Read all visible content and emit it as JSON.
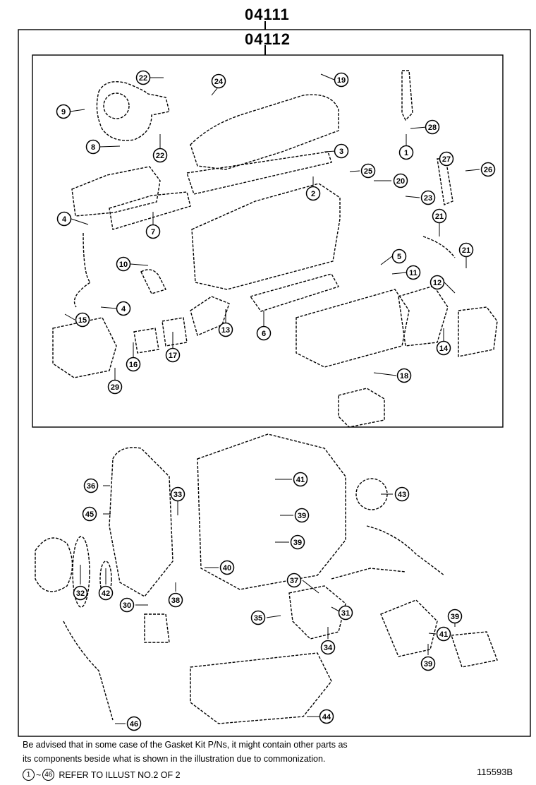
{
  "header": {
    "outer_part_number": "04111",
    "inner_part_number": "04112"
  },
  "callouts": {
    "upper": [
      "22",
      "24",
      "19",
      "9",
      "28",
      "8",
      "22",
      "3",
      "1",
      "27",
      "26",
      "25",
      "20",
      "2",
      "23",
      "4",
      "7",
      "21",
      "10",
      "5",
      "21",
      "11",
      "12",
      "4",
      "15",
      "13",
      "6",
      "16",
      "17",
      "14",
      "29",
      "18"
    ],
    "lower": [
      "36",
      "41",
      "43",
      "33",
      "45",
      "39",
      "39",
      "40",
      "37",
      "32",
      "42",
      "38",
      "30",
      "35",
      "31",
      "39",
      "41",
      "34",
      "39",
      "44",
      "46"
    ]
  },
  "footer": {
    "note_line1": "Be advised that in some case of the Gasket Kit P/Ns,  it might contain other parts as",
    "note_line2": "its components beside what is shown in the illustration due to commonization.",
    "ref_start": "1",
    "ref_end": "46",
    "ref_tilde": "~",
    "ref_text": "REFER TO ILLUST NO.2 OF 2",
    "illustration_code": "115593B"
  },
  "colors": {
    "ink": "#000000",
    "paper": "#ffffff"
  }
}
